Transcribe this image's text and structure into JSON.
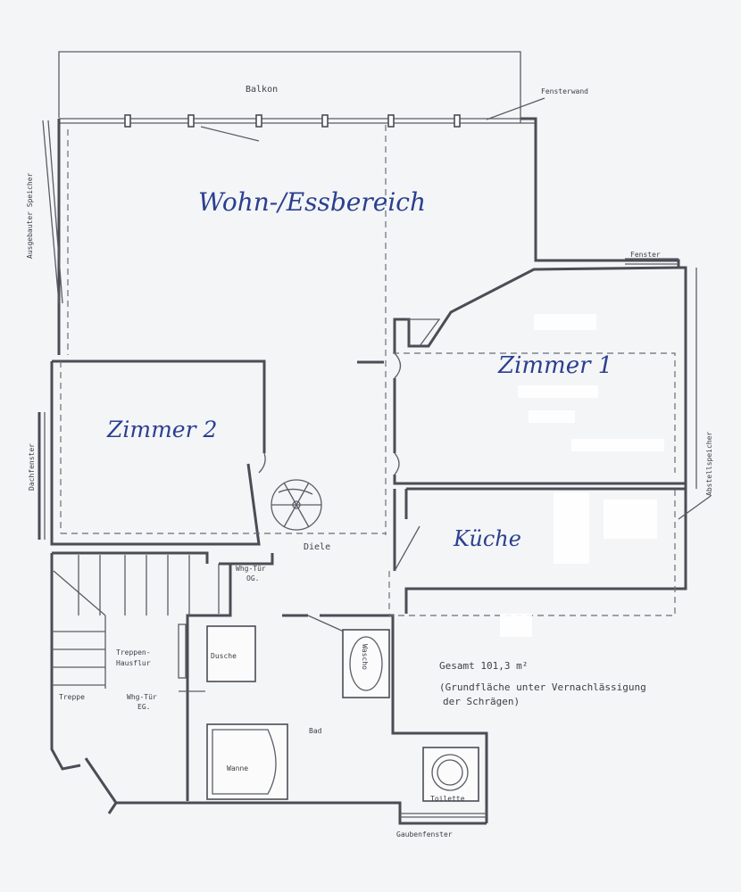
{
  "labels": {
    "balkon": "Balkon",
    "fensterwand": "Fensterwand",
    "fenster": "Fenster",
    "ausgebauter_speicher": "Ausgebauter Speicher",
    "dachfenster": "Dachfenster",
    "abstellspeicher": "Abstellspeicher",
    "diele": "Diele",
    "whg_tuer_og_1": "Whg-Tür",
    "whg_tuer_og_2": "OG.",
    "treppenhausflur_1": "Treppen-",
    "treppenhausflur_2": "Hausflur",
    "treppe": "Treppe",
    "whg_tuer_eg_1": "Whg-Tür",
    "whg_tuer_eg_2": "EG.",
    "dusche": "Dusche",
    "wanne": "Wanne",
    "bad": "Bad",
    "wascho": "Wascho",
    "toilette": "Toilette",
    "gaubenfenster": "Gaubenfenster"
  },
  "rooms": {
    "wohn_essbereich": "Wohn-/Essbereich",
    "zimmer_1": "Zimmer 1",
    "zimmer_2": "Zimmer 2",
    "kueche": "Küche"
  },
  "summary": {
    "line1": "Gesamt 101,3 m²",
    "line2": "(Grundfläche unter Vernachlässigung",
    "line3": "der Schrägen)"
  }
}
